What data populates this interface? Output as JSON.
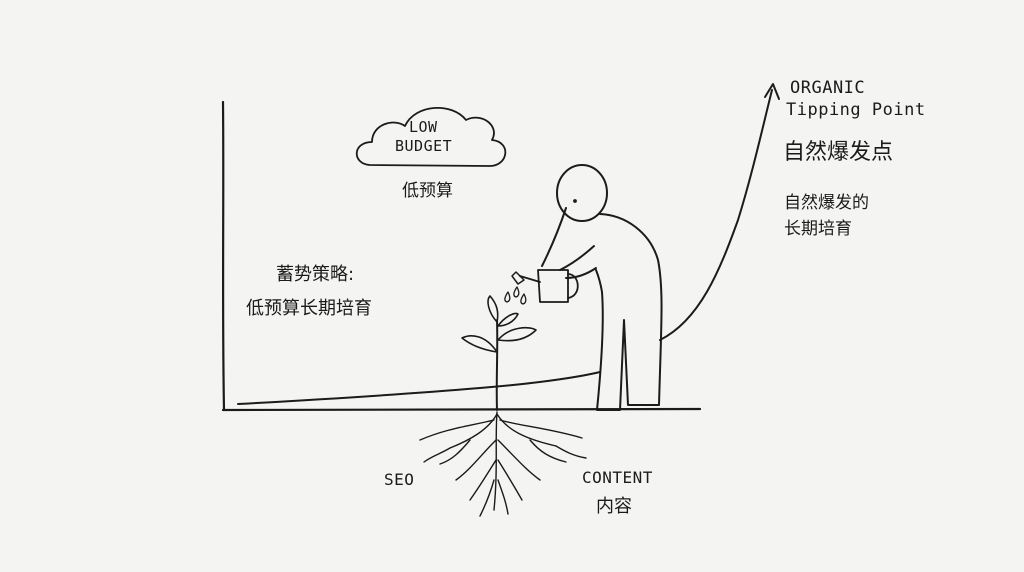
{
  "cloud": {
    "line1": "LOW",
    "line2": "BUDGET",
    "cn": "低预算"
  },
  "strategy": {
    "line1": "蓄势策略:",
    "line2": "低预算长期培育"
  },
  "organic": {
    "en1": "ORGANIC",
    "en2": "Tipping Point",
    "cn": "自然爆发点",
    "desc1": "自然爆发的",
    "desc2": "长期培育"
  },
  "roots": {
    "seo": "SEO",
    "content_en": "CONTENT",
    "content_cn": "内容"
  },
  "colors": {
    "background": "#f4f4f2",
    "ink": "#1b1b1b"
  }
}
